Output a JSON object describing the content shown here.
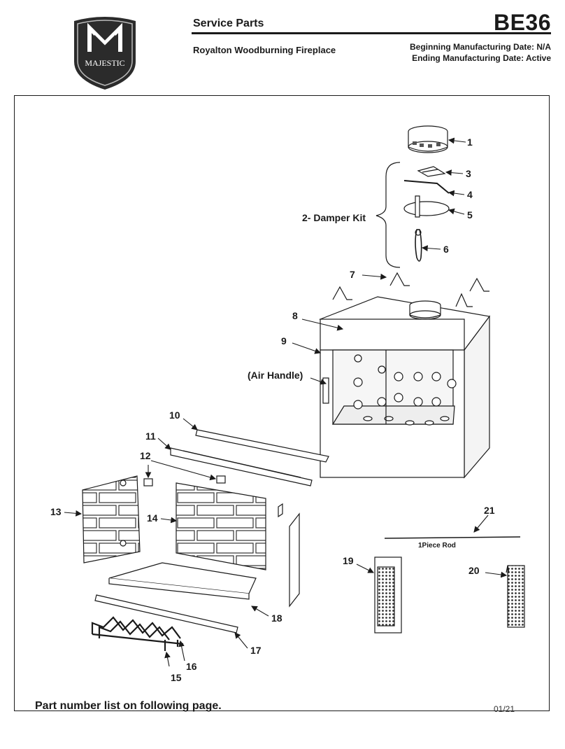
{
  "header": {
    "brand": "MAJESTIC",
    "title": "Service Parts",
    "model": "BE36",
    "subtitle": "Royalton Woodburning Fireplace",
    "begin_date": "Beginning Manufacturing Date: N/A",
    "end_date": "Ending Manufacturing Date: Active"
  },
  "diagram": {
    "labels": {
      "p1": "1",
      "p2": "2- Damper Kit",
      "p3": "3",
      "p4": "4",
      "p5": "5",
      "p6": "6",
      "p7": "7",
      "p8": "8",
      "p9": "9",
      "air_handle": "(Air Handle)",
      "p10": "10",
      "p11": "11",
      "p12": "12",
      "p13": "13",
      "p14": "14",
      "p15": "15",
      "p16": "16",
      "p17": "17",
      "p18": "18",
      "p19": "19",
      "p20": "20",
      "p21": "21",
      "rod": "1Piece Rod"
    }
  },
  "footer": {
    "note": "Part number list on following page.",
    "date_code": "01/21"
  }
}
